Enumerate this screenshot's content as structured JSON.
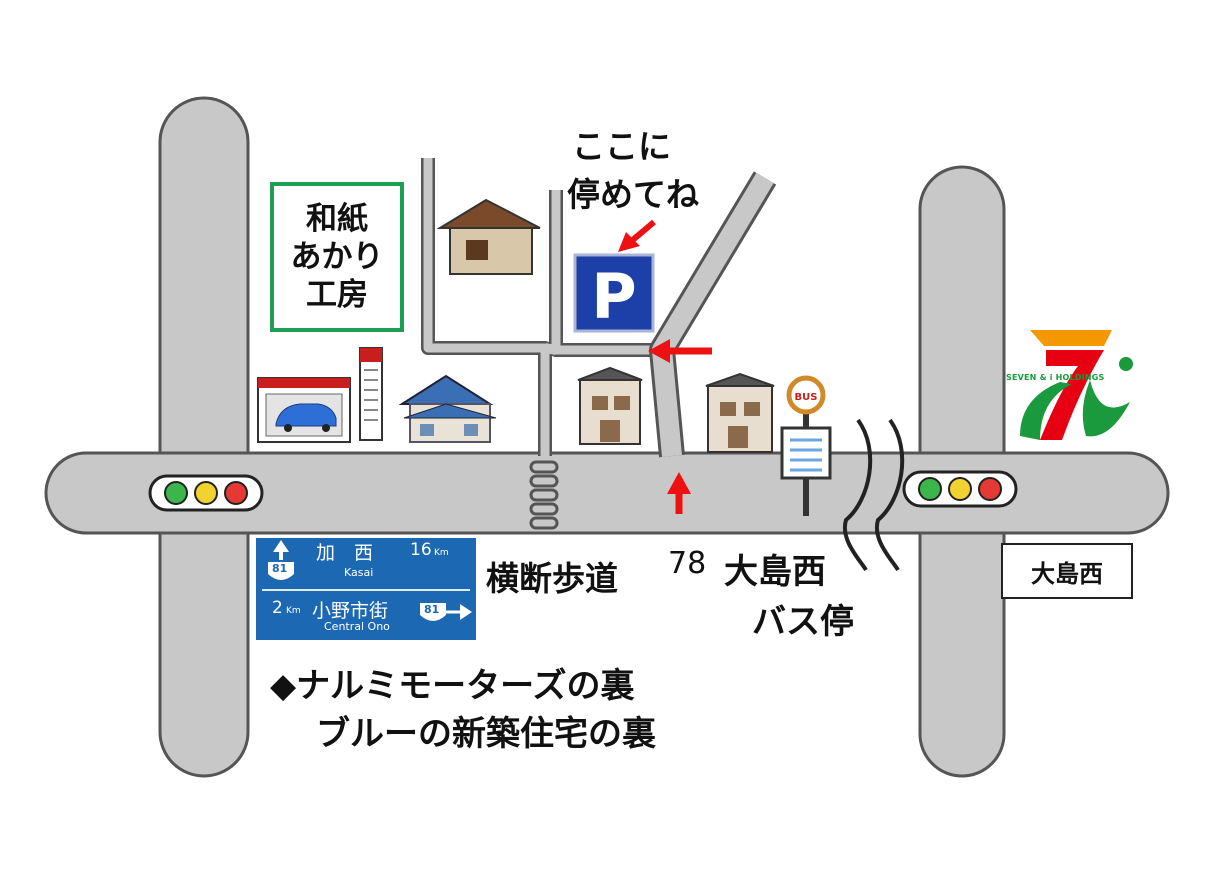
{
  "shop": {
    "line1": "和紙",
    "line2": "あかり",
    "line3": "工房"
  },
  "parking": {
    "note_line1": "ここに",
    "note_line2": "停めてね",
    "sign_letter": "P"
  },
  "crosswalk_label": "横断歩道",
  "route_number": "78",
  "bus_stop": {
    "line1": "大島西",
    "line2": "バス停",
    "sign_text": "BUS"
  },
  "station_box_label": "大島西",
  "road_sign": {
    "route": "81",
    "dest1_name": "加　西",
    "dest1_distance": "16",
    "dest1_unit": "Km",
    "dest1_roman": "Kasai",
    "dest2_distance": "2",
    "dest2_unit": "Km",
    "dest2_name": "小野市街",
    "dest2_roman": "Central Ono"
  },
  "logo": {
    "text": "SEVEN & i HOLDINGS",
    "colors": {
      "orange": "#f39800",
      "red": "#e60012",
      "green": "#1a9a3c"
    }
  },
  "notes": {
    "line1": "◆ナルミモーターズの裏",
    "line2": "ブルーの新築住宅の裏"
  },
  "colors": {
    "road": "#c8c8c8",
    "road_edge": "#555555",
    "shop_border": "#1f9e55",
    "parking_blue": "#1d3fa8",
    "arrow_red": "#ee1111",
    "sign_blue": "#1c68b3"
  }
}
